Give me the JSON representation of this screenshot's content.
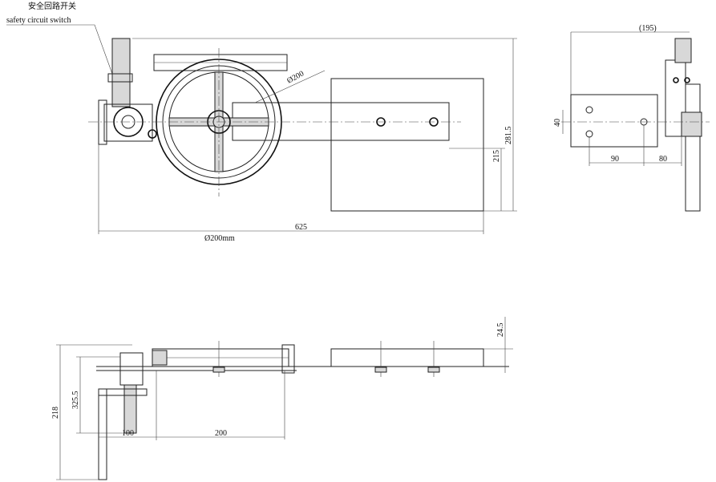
{
  "labels": {
    "switch_cn": "安全回路开关",
    "switch_en": "safety circuit switch"
  },
  "dimensions": {
    "pulley_dia": "Ø200",
    "length_total": "625",
    "pulley_size": "Ø200mm",
    "height_plate": "215",
    "height_total": "281.5",
    "side_width": "(195)",
    "side_40": "40",
    "side_90": "90",
    "side_80": "80",
    "plate_thk": "24.5",
    "bracket_height": "218",
    "bracket_325": "325.5",
    "bottom_100": "100",
    "bottom_200": "200"
  }
}
